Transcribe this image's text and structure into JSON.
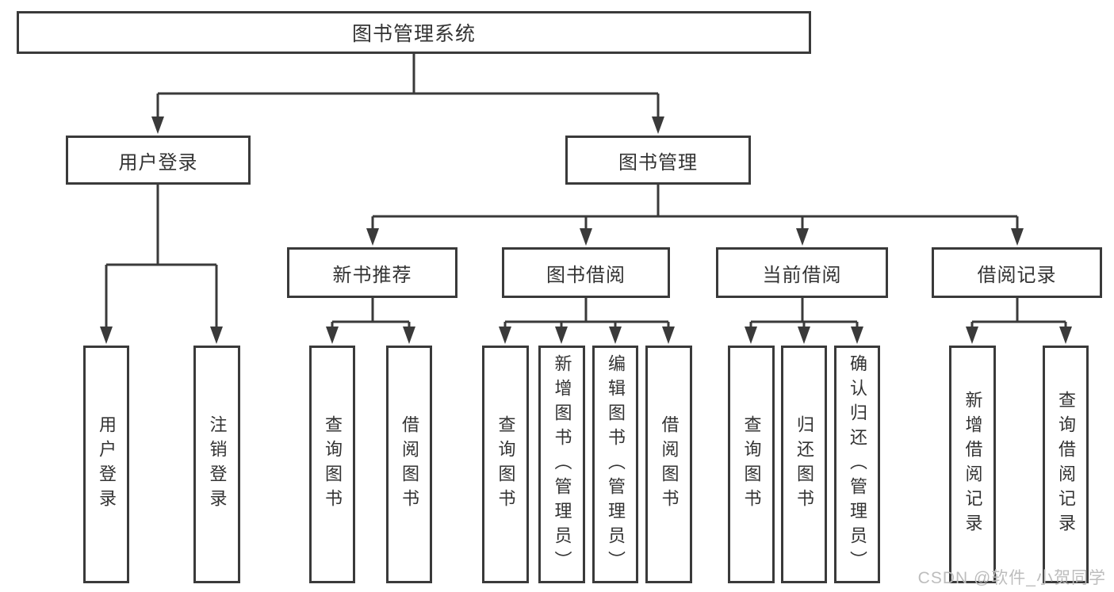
{
  "diagram": {
    "root": {
      "label": "图书管理系统"
    },
    "level2": [
      {
        "label": "用户登录"
      },
      {
        "label": "图书管理"
      }
    ],
    "level3": [
      {
        "label": "新书推荐"
      },
      {
        "label": "图书借阅"
      },
      {
        "label": "当前借阅"
      },
      {
        "label": "借阅记录"
      }
    ],
    "leaves": {
      "user_login": [
        "用户登录",
        "注销登录"
      ],
      "new_book": [
        "查询图书",
        "借阅图书"
      ],
      "book_borrow": [
        "查询图书",
        "新增图书（管理员）",
        "编辑图书（管理员）",
        "借阅图书"
      ],
      "current_borrow": [
        "查询图书",
        "归还图书",
        "确认归还（管理员）"
      ],
      "borrow_record": [
        "新增借阅记录",
        "查询借阅记录"
      ]
    },
    "watermark": "CSDN @软件_小贺同学",
    "colors": {
      "line": "#3a3a3a",
      "box_border": "#3a3a3a",
      "text": "#333333",
      "watermark_text": "#bdbdbd",
      "background": "#ffffff"
    }
  }
}
